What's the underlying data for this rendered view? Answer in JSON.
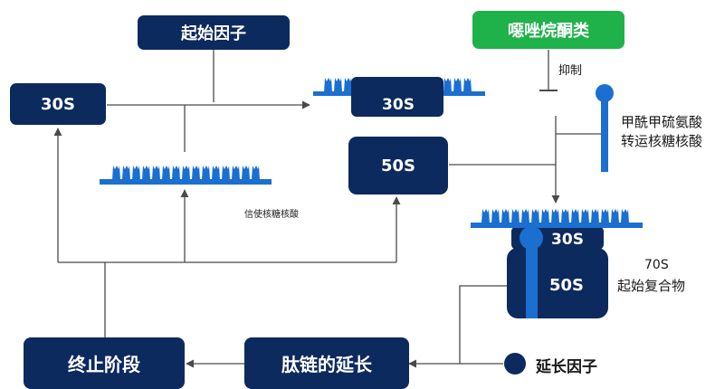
{
  "boxes": {
    "initiation_factor": "起始因子",
    "oxazolidinones": "噁唑烷酮类",
    "s30_left": "30S",
    "s50_middle": "50S",
    "s30_top_complex": "30S",
    "s30_70s": "30S",
    "s50_70s": "50S",
    "termination": "终止阶段",
    "elongation": "肽链的延长"
  },
  "labels": {
    "inhibit": "抑制",
    "trna_line1": "甲酰甲硫氨酸",
    "trna_line2": "转运核糖核酸",
    "mrna": "信使核糖核酸",
    "complex_line1": "70S",
    "complex_line2": "起始复合物",
    "elongation_factor": "延长因子"
  },
  "colors": {
    "navy": "#0d2a5e",
    "blue": "#1a6fd0",
    "green": "#1fb24a",
    "line": "#4a4a4a"
  }
}
